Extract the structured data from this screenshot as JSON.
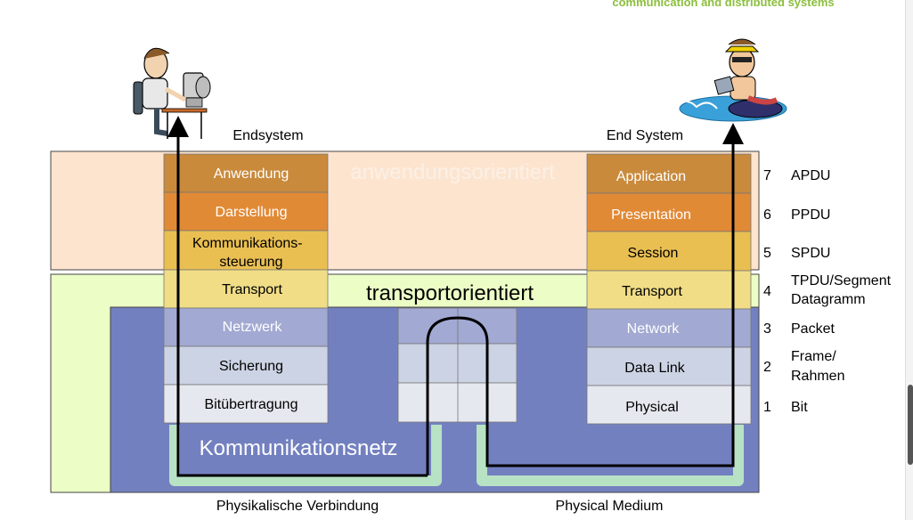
{
  "header": {
    "tagline": "communication and distributed systems"
  },
  "labels": {
    "endsystem_left": "Endsystem",
    "endsystem_right": "End System",
    "watermark": "anwendungsorientiert",
    "transport_zone": "transportorientiert",
    "network_zone": "Kommunikationsnetz",
    "bottom_left": "Physikalische Verbindung",
    "bottom_right": "Physical Medium"
  },
  "left_stack": [
    "Anwendung",
    "Darstellung",
    [
      "Kommunikations-",
      "steuerung"
    ],
    "Transport",
    "Netzwerk",
    "Sicherung",
    "Bitübertragung"
  ],
  "right_stack": [
    "Application",
    "Presentation",
    "Session",
    "Transport",
    "Network",
    "Data Link",
    "Physical"
  ],
  "layer_numbers": [
    "7",
    "6",
    "5",
    "4",
    "3",
    "2",
    "1"
  ],
  "pdu_names": [
    "APDU",
    "PPDU",
    "SPDU",
    [
      "TPDU/Segment",
      "Datagramm"
    ],
    "Packet",
    [
      "Frame/",
      "Rahmen"
    ],
    "Bit"
  ],
  "colors": {
    "app_zone": "#fde4cf",
    "transport_zone": "#ecfdc5",
    "network_zone": "#7380c0",
    "layer7": "#c98a3c",
    "layer6": "#e18a36",
    "layer5": "#e9bf52",
    "layer4": "#f1dd86",
    "layer3": "#a2a9d2",
    "layer2": "#ccd3e4",
    "layer1": "#e6e8ef",
    "physical_link": "#b8e2c4"
  }
}
